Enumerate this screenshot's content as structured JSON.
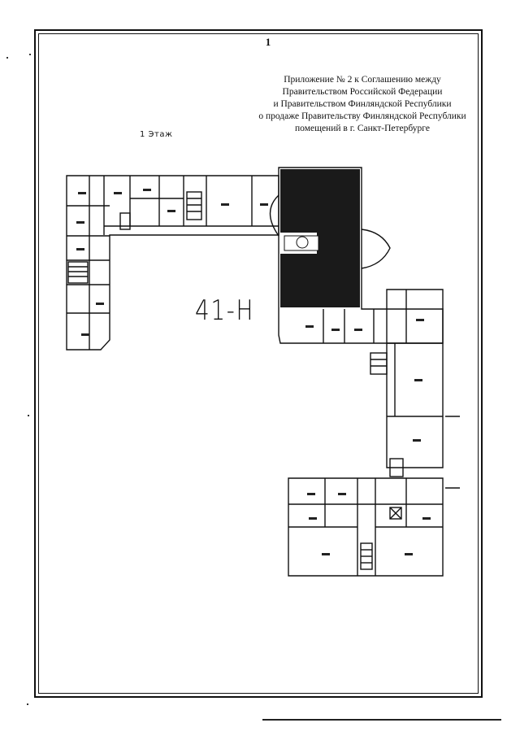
{
  "page": {
    "number": "1"
  },
  "header": {
    "lines": [
      "Приложение № 2 к Соглашению между",
      "Правительством Российской Федерации",
      "и Правительством Финляндской Республики",
      "о продаже Правительству Финляндской Республики",
      "помещений в г. Санкт-Петербурге"
    ]
  },
  "plan": {
    "floor_label": "1 Этаж",
    "unit_label": "41-Н",
    "colors": {
      "ink": "#111111",
      "fill": "#1a1a1a"
    }
  }
}
